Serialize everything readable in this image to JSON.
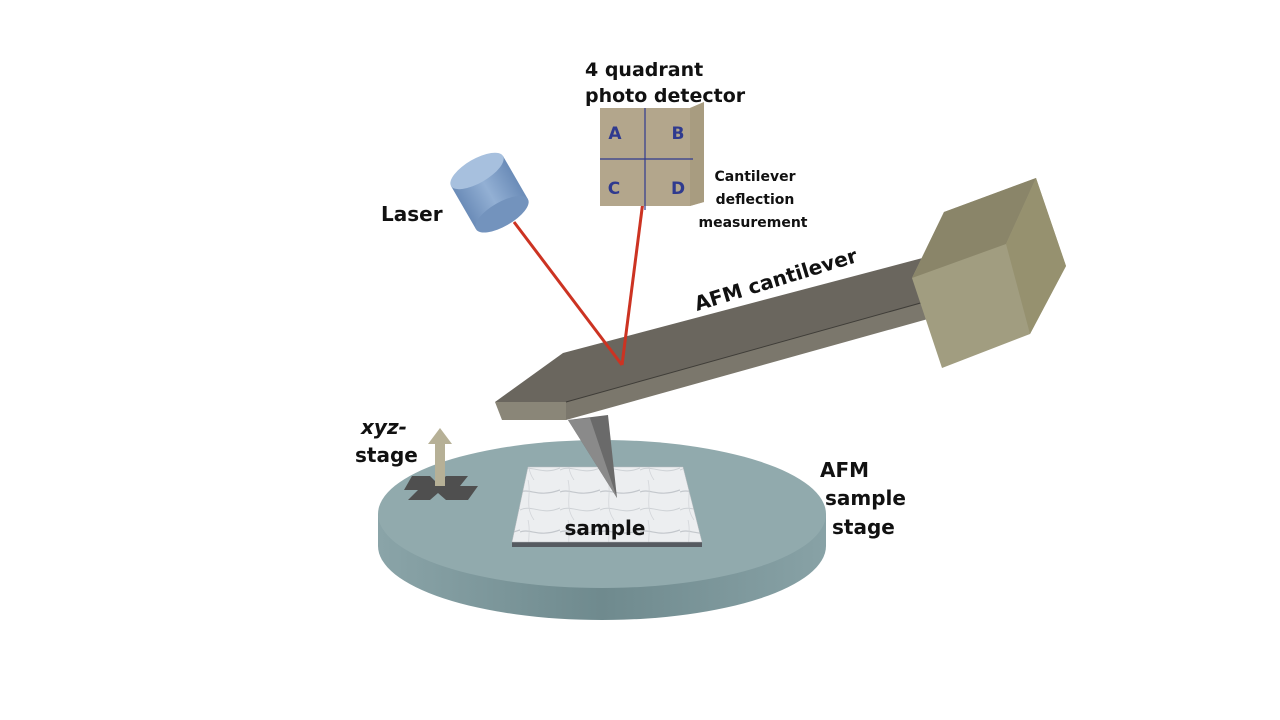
{
  "detector": {
    "title_line1": "4 quadrant",
    "title_line2": "photo detector",
    "quadrants": [
      "A",
      "B",
      "C",
      "D"
    ]
  },
  "deflection": {
    "line1": "Cantilever",
    "line2": "deflection",
    "line3": "measurement"
  },
  "laser": {
    "label": "Laser"
  },
  "cantilever": {
    "label": "AFM cantilever"
  },
  "xyz_stage": {
    "line1": "xyz-",
    "line2": "stage"
  },
  "sample": {
    "label": "sample"
  },
  "sample_stage": {
    "line1": "AFM",
    "line2": "sample",
    "line3": "stage"
  },
  "colors": {
    "beam": "#cc3322",
    "stage_top": "#8fa9ac",
    "stage_side": "#7a9497",
    "detector": "#b3a68c",
    "cantilever": "#6e6a60",
    "holder": "#a09c80",
    "laser_body": "#7f9fc6"
  }
}
